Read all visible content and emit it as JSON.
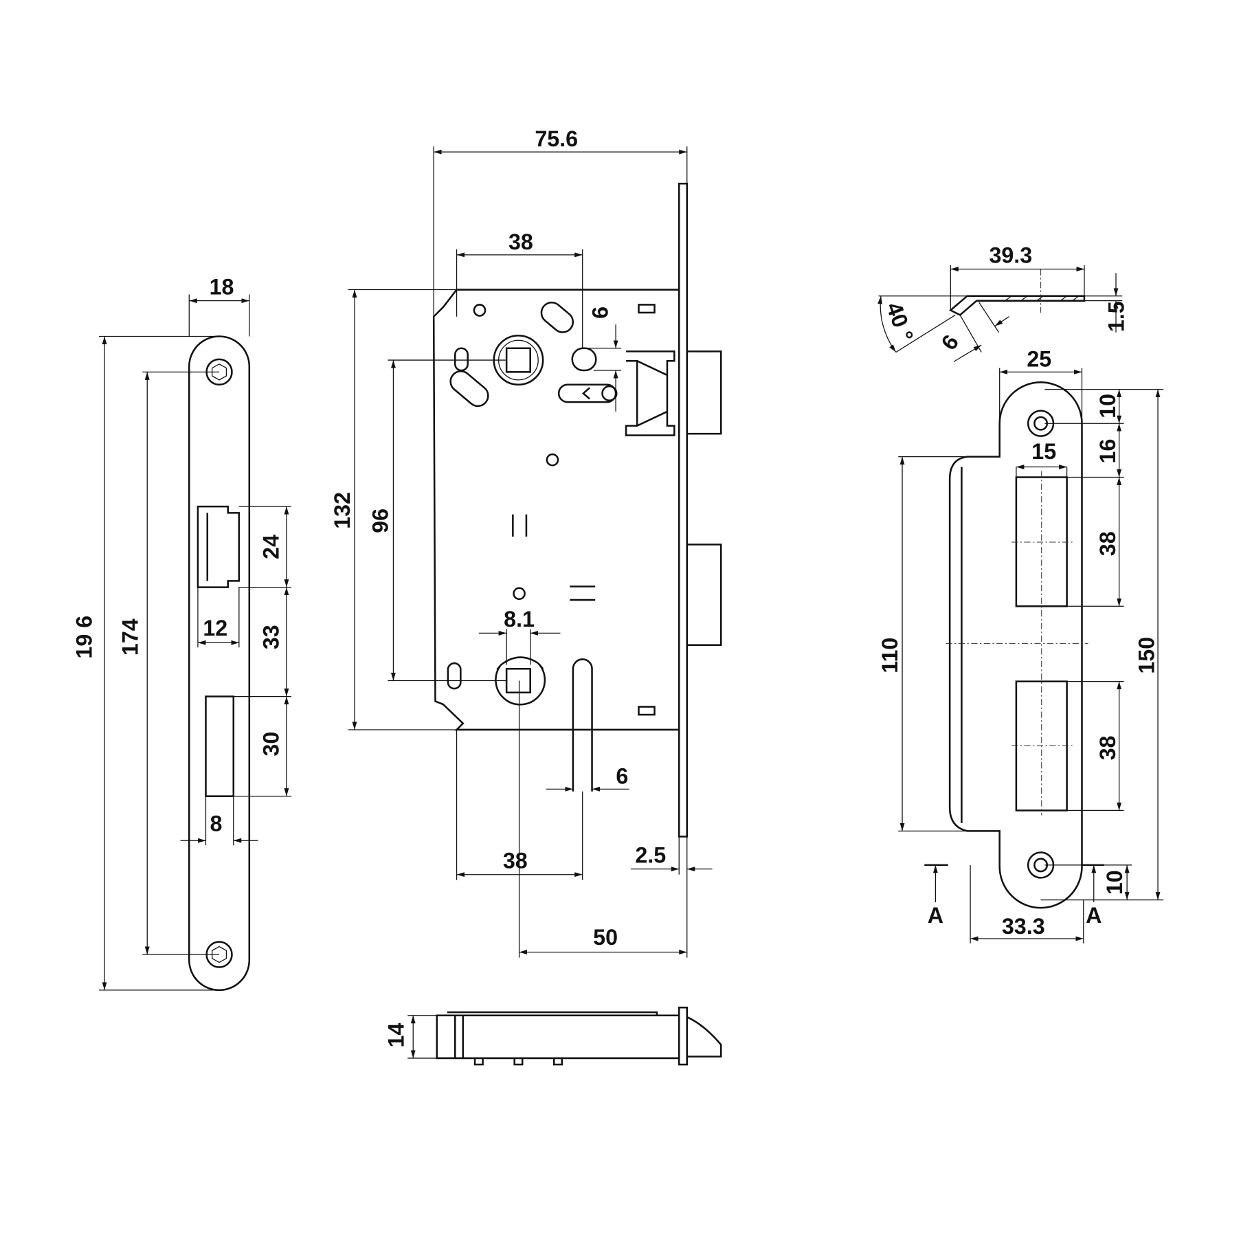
{
  "faceplate": {
    "width": "18",
    "total_height": "19 6",
    "screw_spacing": "174",
    "latch_height": "24",
    "gap": "33",
    "bolt_height": "30",
    "latch_width": "12",
    "bolt_width": "8"
  },
  "lock_body": {
    "overall_width": "75.6",
    "backset_top": "38",
    "height": "132",
    "center_distance": "96",
    "slot_6_top": "6",
    "cylinder_width": "8.1",
    "slot_6_bottom": "6",
    "backset_bottom": "38",
    "plate_thickness": "2.5",
    "backset": "50"
  },
  "side_view": {
    "thickness": "14"
  },
  "strike_plate": {
    "length": "39.3",
    "thickness": "1.5",
    "angle": "40 °",
    "lip": "6",
    "width": "25",
    "top_offset": "10",
    "screw_to_opening": "16",
    "opening_width": "15",
    "opening_top": "38",
    "opening_bottom": "38",
    "lip_length": "110",
    "total_height": "150",
    "bottom_offset": "10",
    "section_width": "33.3",
    "section_label_left": "A",
    "section_label_right": "A"
  },
  "colors": {
    "line": "#111111",
    "background": "#ffffff"
  }
}
